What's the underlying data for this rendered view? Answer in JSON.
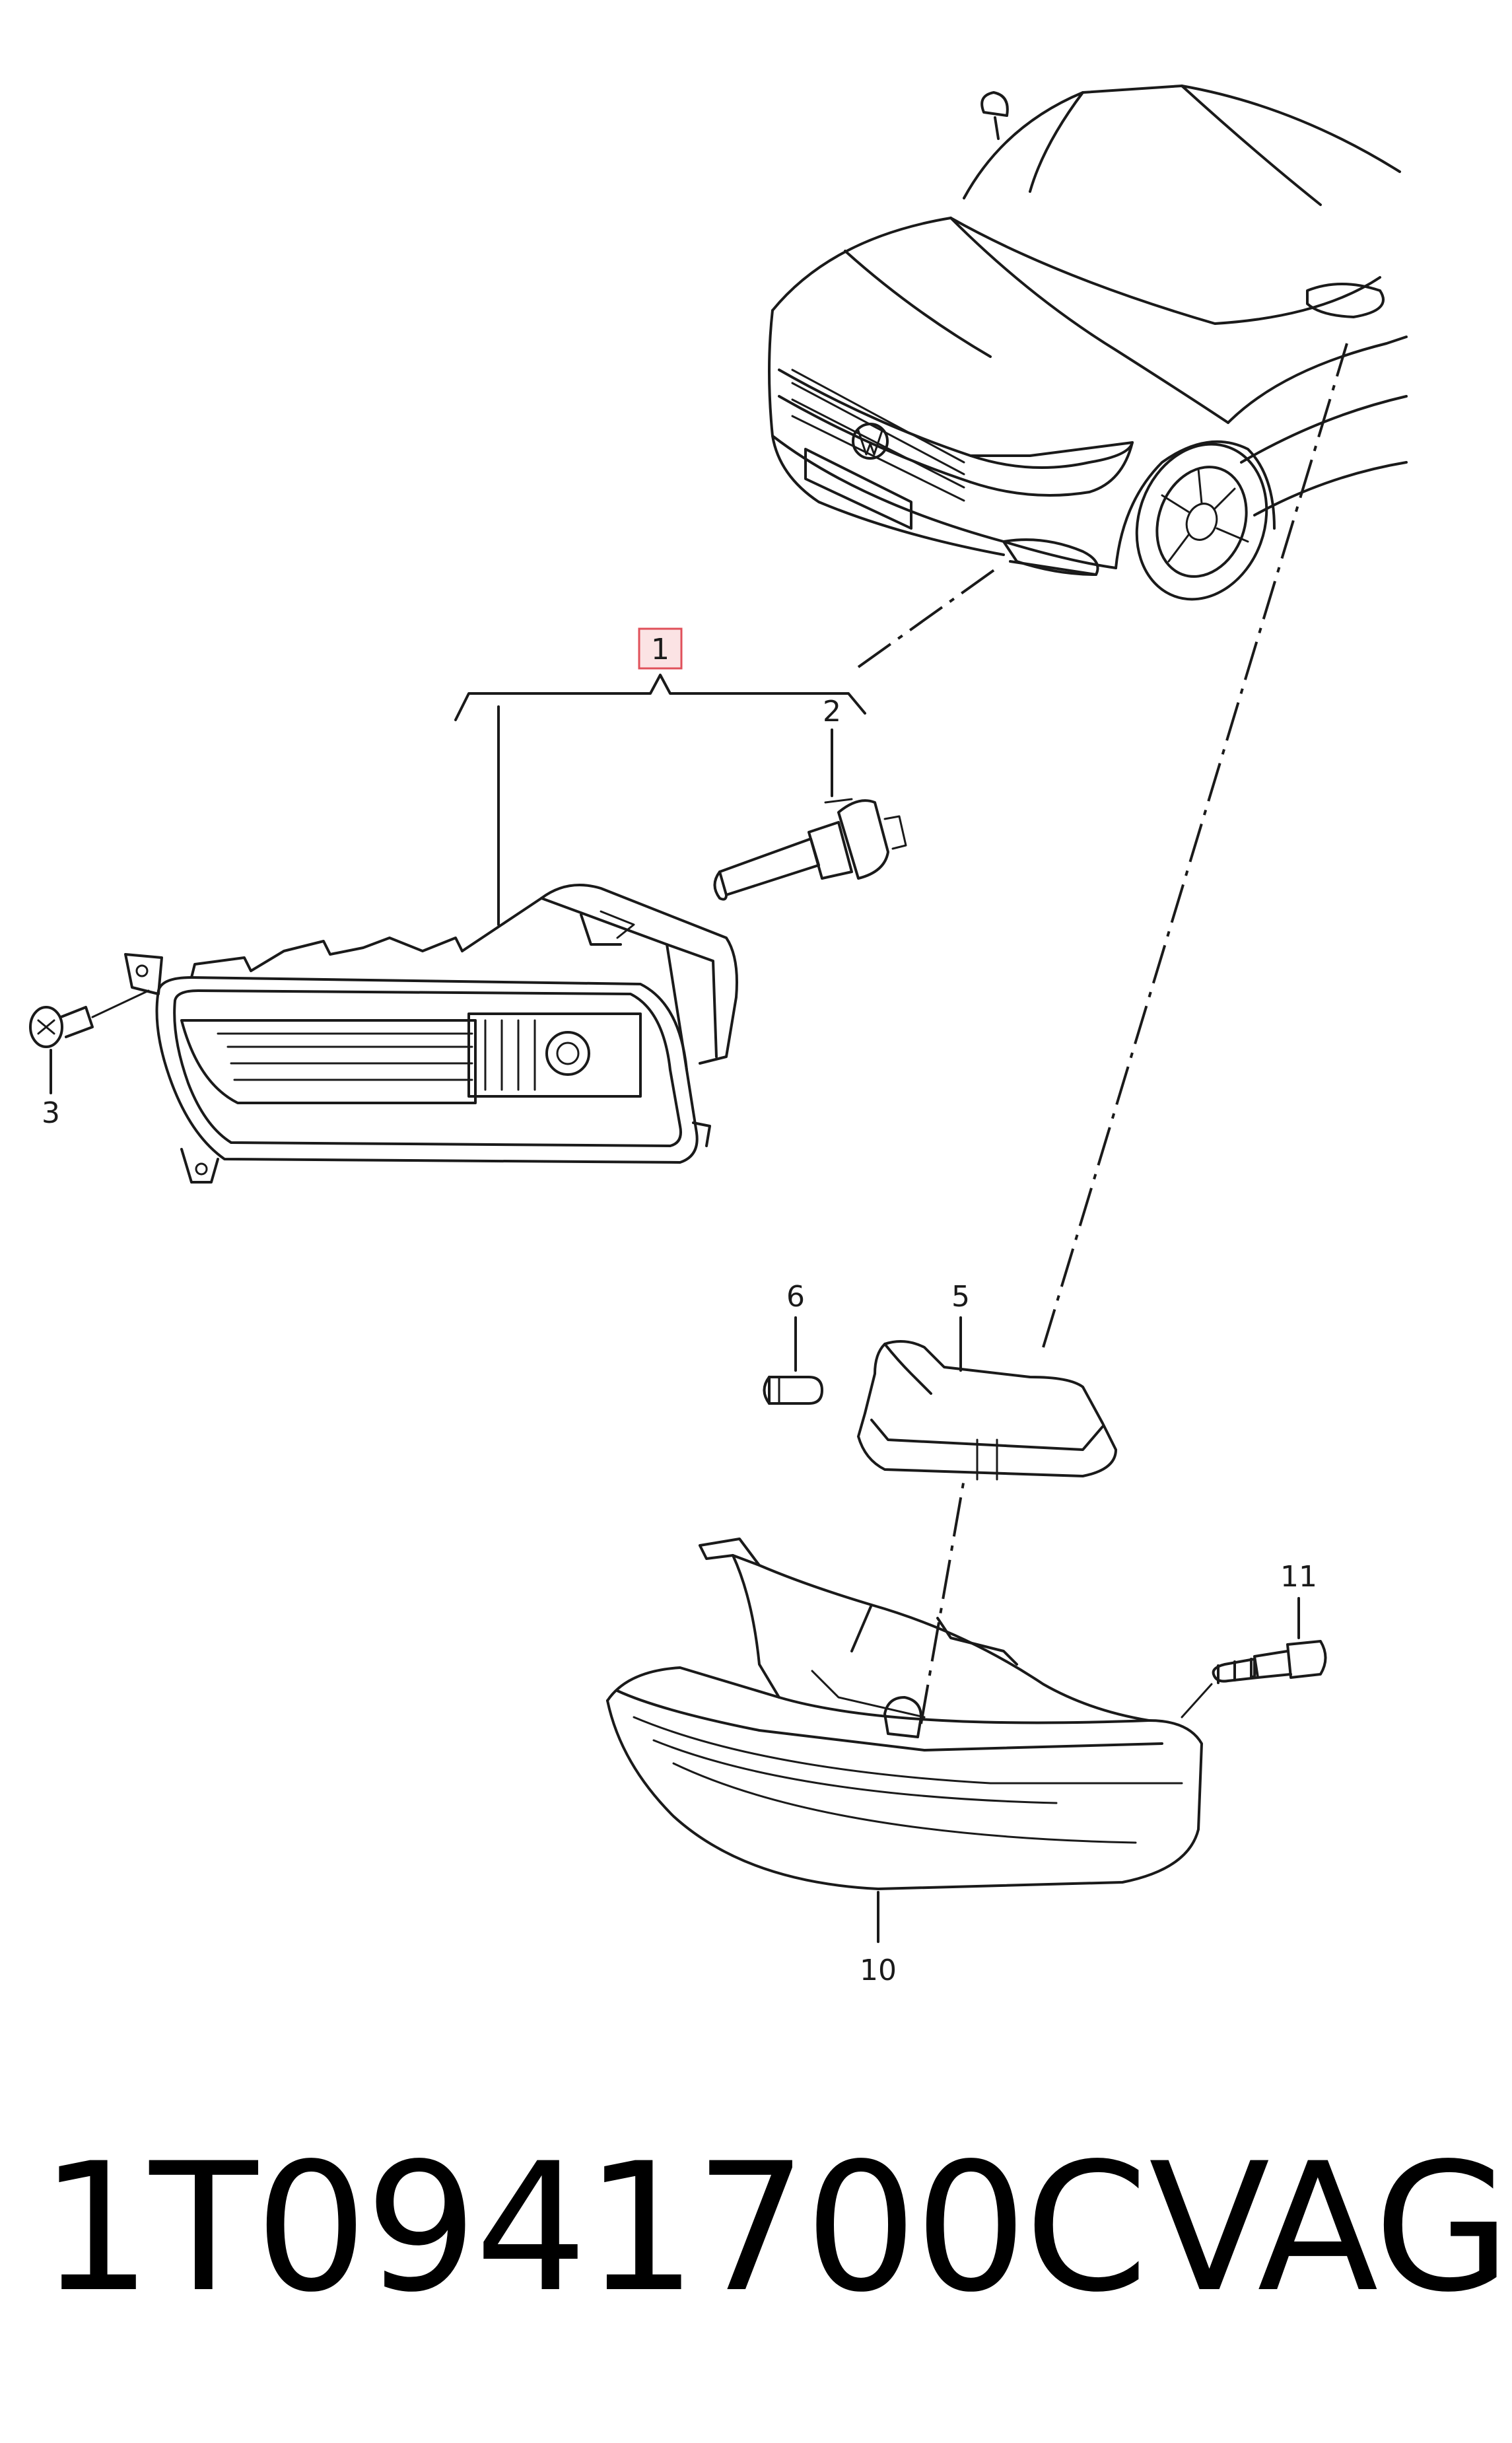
{
  "callouts": {
    "c1": "1",
    "c2": "2",
    "c3": "3",
    "c5": "5",
    "c6": "6",
    "c10": "10",
    "c11": "11"
  },
  "footer": {
    "part_number": "1T0941700C",
    "brand": "VAG"
  },
  "colors": {
    "line": "#1a1a1a",
    "highlight_box": "#e0505a",
    "highlight_fill": "#fbe3e4"
  }
}
